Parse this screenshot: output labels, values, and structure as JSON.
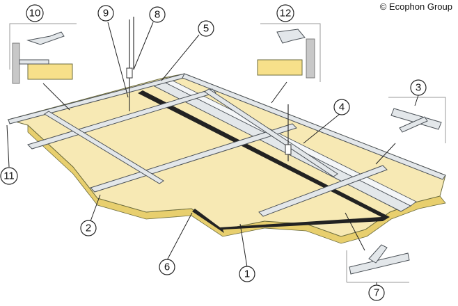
{
  "copyright": "© Ecophon Group",
  "callouts": [
    "1",
    "2",
    "3",
    "4",
    "5",
    "6",
    "7",
    "8",
    "9",
    "10",
    "11",
    "12"
  ]
}
